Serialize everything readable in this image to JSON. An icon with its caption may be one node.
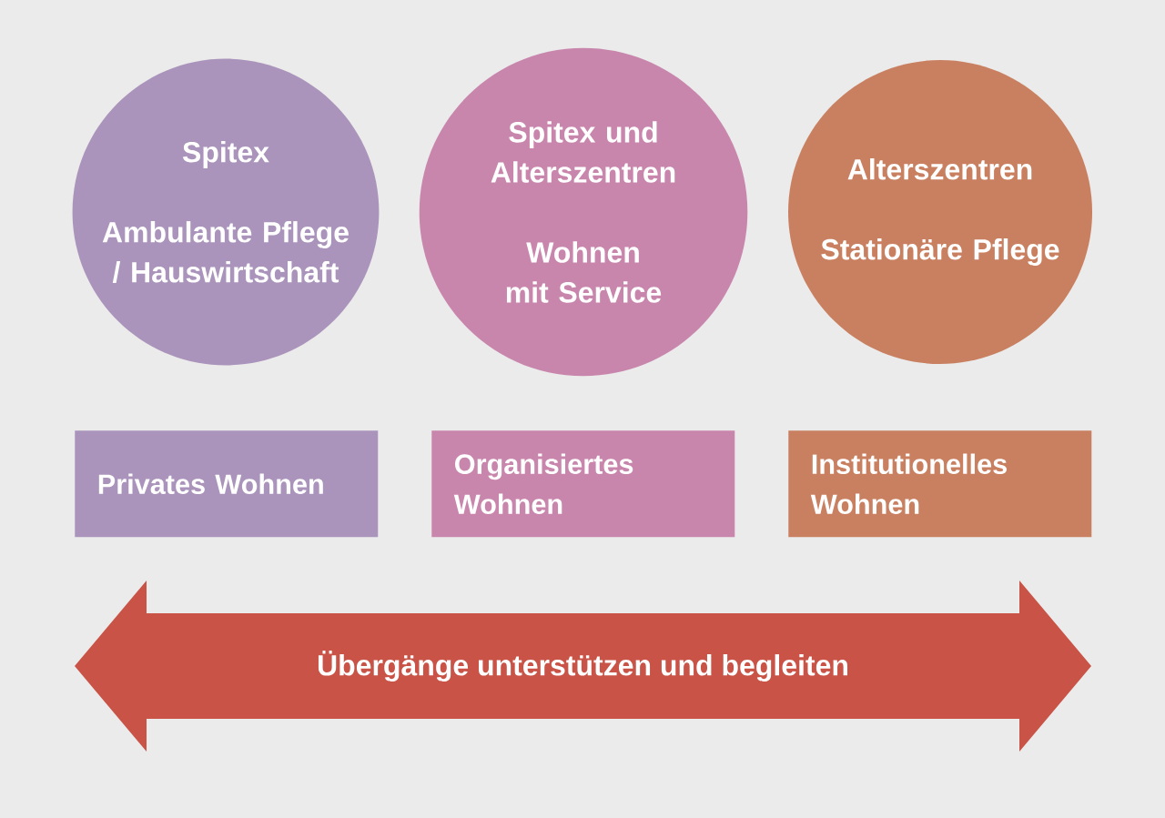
{
  "diagram": {
    "nodes": [
      {
        "text": [
          "Spitex",
          "Ambulante Pflege / Hauswirtschaft"
        ]
      },
      {
        "text": [
          "Spitex und Alterszentren",
          "Wohnen mit Service"
        ]
      },
      {
        "text": [
          "Alterszentren",
          "Stationäre Pflege"
        ]
      },
      {
        "text": [
          "Privates Wohnen"
        ]
      },
      {
        "text": [
          "Organisiertes Wohnen"
        ]
      },
      {
        "text": [
          "Institutionelles Wohnen"
        ]
      },
      {
        "text": [
          "Übergänge unterstützen und begleiten"
        ]
      }
    ]
  }
}
